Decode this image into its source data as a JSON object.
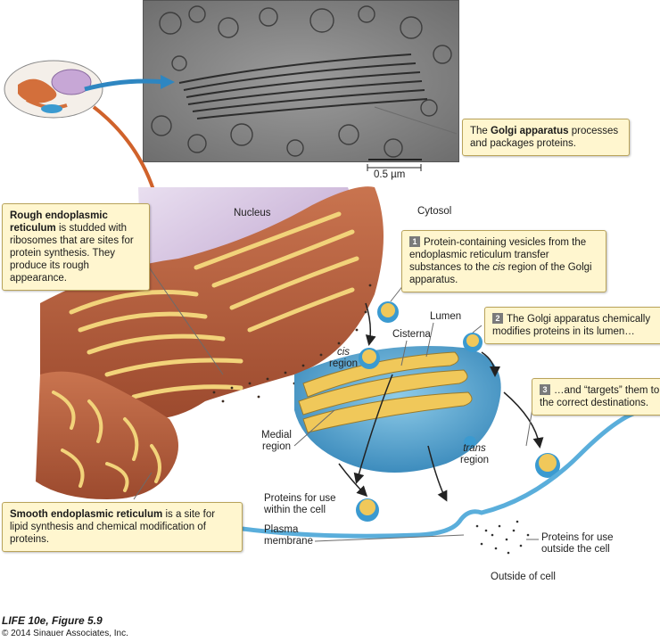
{
  "callouts": {
    "golgi_pre": "The ",
    "golgi_bold": "Golgi apparatus",
    "golgi_post": " processes and packages proteins.",
    "rough_bold": "Rough endoplasmic reticulum",
    "rough_post": " is studded with ribosomes that are sites for protein synthesis. They produce its rough appearance.",
    "smooth_bold": "Smooth endoplasmic reticulum",
    "smooth_post": " is a site for lipid synthesis and chemical modification of proteins.",
    "step1_num": "1",
    "step1_a": "Protein-containing vesicles from the endoplasmic reticulum transfer substances to the ",
    "step1_italic": "cis",
    "step1_b": " region of the Golgi apparatus.",
    "step2_num": "2",
    "step2_text": "The Golgi apparatus chemically modifies proteins in its lumen…",
    "step3_num": "3",
    "step3_text": "…and “targets” them to the correct destinations."
  },
  "labels": {
    "scale": "0.5 µm",
    "nucleus": "Nucleus",
    "cytosol": "Cytosol",
    "lumen": "Lumen",
    "cisterna": "Cisterna",
    "cis": "cis",
    "region": "region",
    "medial": "Medial",
    "trans": "trans",
    "proteins_within": "Proteins for use within the cell",
    "plasma": "Plasma membrane",
    "proteins_outside": "Proteins for use outside the cell",
    "outside_cell": "Outside of cell"
  },
  "footer": {
    "figure": "LIFE 10e, Figure 5.9",
    "copyright": "© 2014 Sinauer Associates, Inc."
  }
}
